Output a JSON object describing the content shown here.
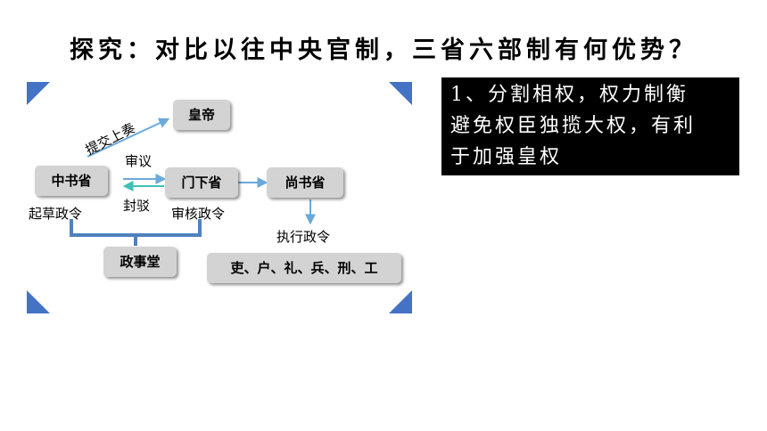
{
  "title": "探究：对比以往中央官制，三省六部制有何优势？",
  "nodes": {
    "emperor": "皇帝",
    "zhongshu": "中书省",
    "menxia": "门下省",
    "shangshu": "尚书省",
    "zhengshitang": "政事堂",
    "six_ministries": "吏、户、礼、兵、刑、工"
  },
  "labels": {
    "submit": "提交上奏",
    "review": "审议",
    "reject": "封驳",
    "draft": "起草政令",
    "verify": "审核政令",
    "execute": "执行政令"
  },
  "answer": {
    "lines": [
      "1、分割相权，权力制衡",
      "避免权臣独揽大权，有利",
      "于加强皇权"
    ]
  },
  "colors": {
    "bracket": "#4f81bd",
    "corner": "#4472c4",
    "arrow_blue": "#6aa9dc",
    "arrow_teal": "#3fc1b5",
    "box": "#d3d3d3",
    "answer_bg": "#000000"
  }
}
